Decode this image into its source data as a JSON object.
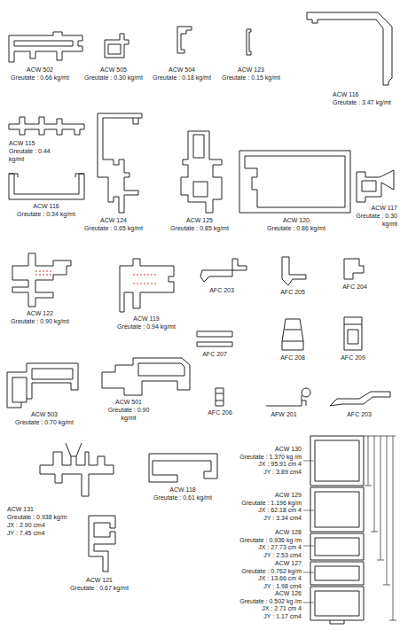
{
  "diagram": {
    "labels": [
      "ACW 502",
      "Greutate : 0.66 kg/mt",
      "ACW 505",
      "Greutate : 0.30 kg/mt",
      "ACW 504",
      "Greutate : 0.18 kg/mt",
      "ACW 123",
      "Greutate : 0.15 kg/mt",
      "ACW 116",
      "Greutate : 3.47 kg/mt",
      "ACW 115",
      "Greutate : 0.44 kg/mt",
      "ACW 116",
      "Greutate : 0.34 kg/mt",
      "ACW 124",
      "Greutate : 0.65 kg/mt",
      "ACW 125",
      "Greutate : 0.85 kg/mt",
      "ACW 120",
      "Greutate : 0.86 kg/mt",
      "ACW 117",
      "Greutate : 0.30 kg/mt",
      "ACW 122",
      "Greutate : 0.90 kg/mt",
      "ACW 119",
      "Greutate : 0.94 kg/mt",
      "AFC 203",
      "AFC 205",
      "AFC 204",
      "AFC 207",
      "AFC 208",
      "AFC 209",
      "ACW 503",
      "Greutate : 0.70 kg/mt",
      "ACW 501",
      "Greutate : 0.90 kg/mt",
      "AFC 206",
      "AFW 201",
      "AFC 203",
      "ACW 131",
      "Greutate : 0.938 kg/m",
      "JX : 2.90 cm4",
      "JY : 7.45 cm4",
      "ACW 118",
      "Greutate : 0.61 kg/mt",
      "ACW 121",
      "Greutate : 0.67 kg/mt",
      "ACW 130",
      "Greutate : 1.370 kg /m",
      "JX : 95.91 cm 4",
      "JY : 3.89 cm4",
      "ACW 129",
      "Greutate : 1.196 kg/m",
      "JX : 62.18 cm 4",
      "JY : 3.34 cm4",
      "ACW 128",
      "Greutate : 0.936 kg /m",
      "JX : 27.73 cm 4",
      "JY : 2.53 cm4",
      "ACW 127",
      "Greutate : 0.762 kg/m",
      "JX : 13.66 cm 4",
      "JY : 1.98 cm4",
      "ACW 126",
      "Greutate : 0.502 kg /m",
      "JX : 2.71 cm 4",
      "JY : 1.17 cm4"
    ]
  }
}
